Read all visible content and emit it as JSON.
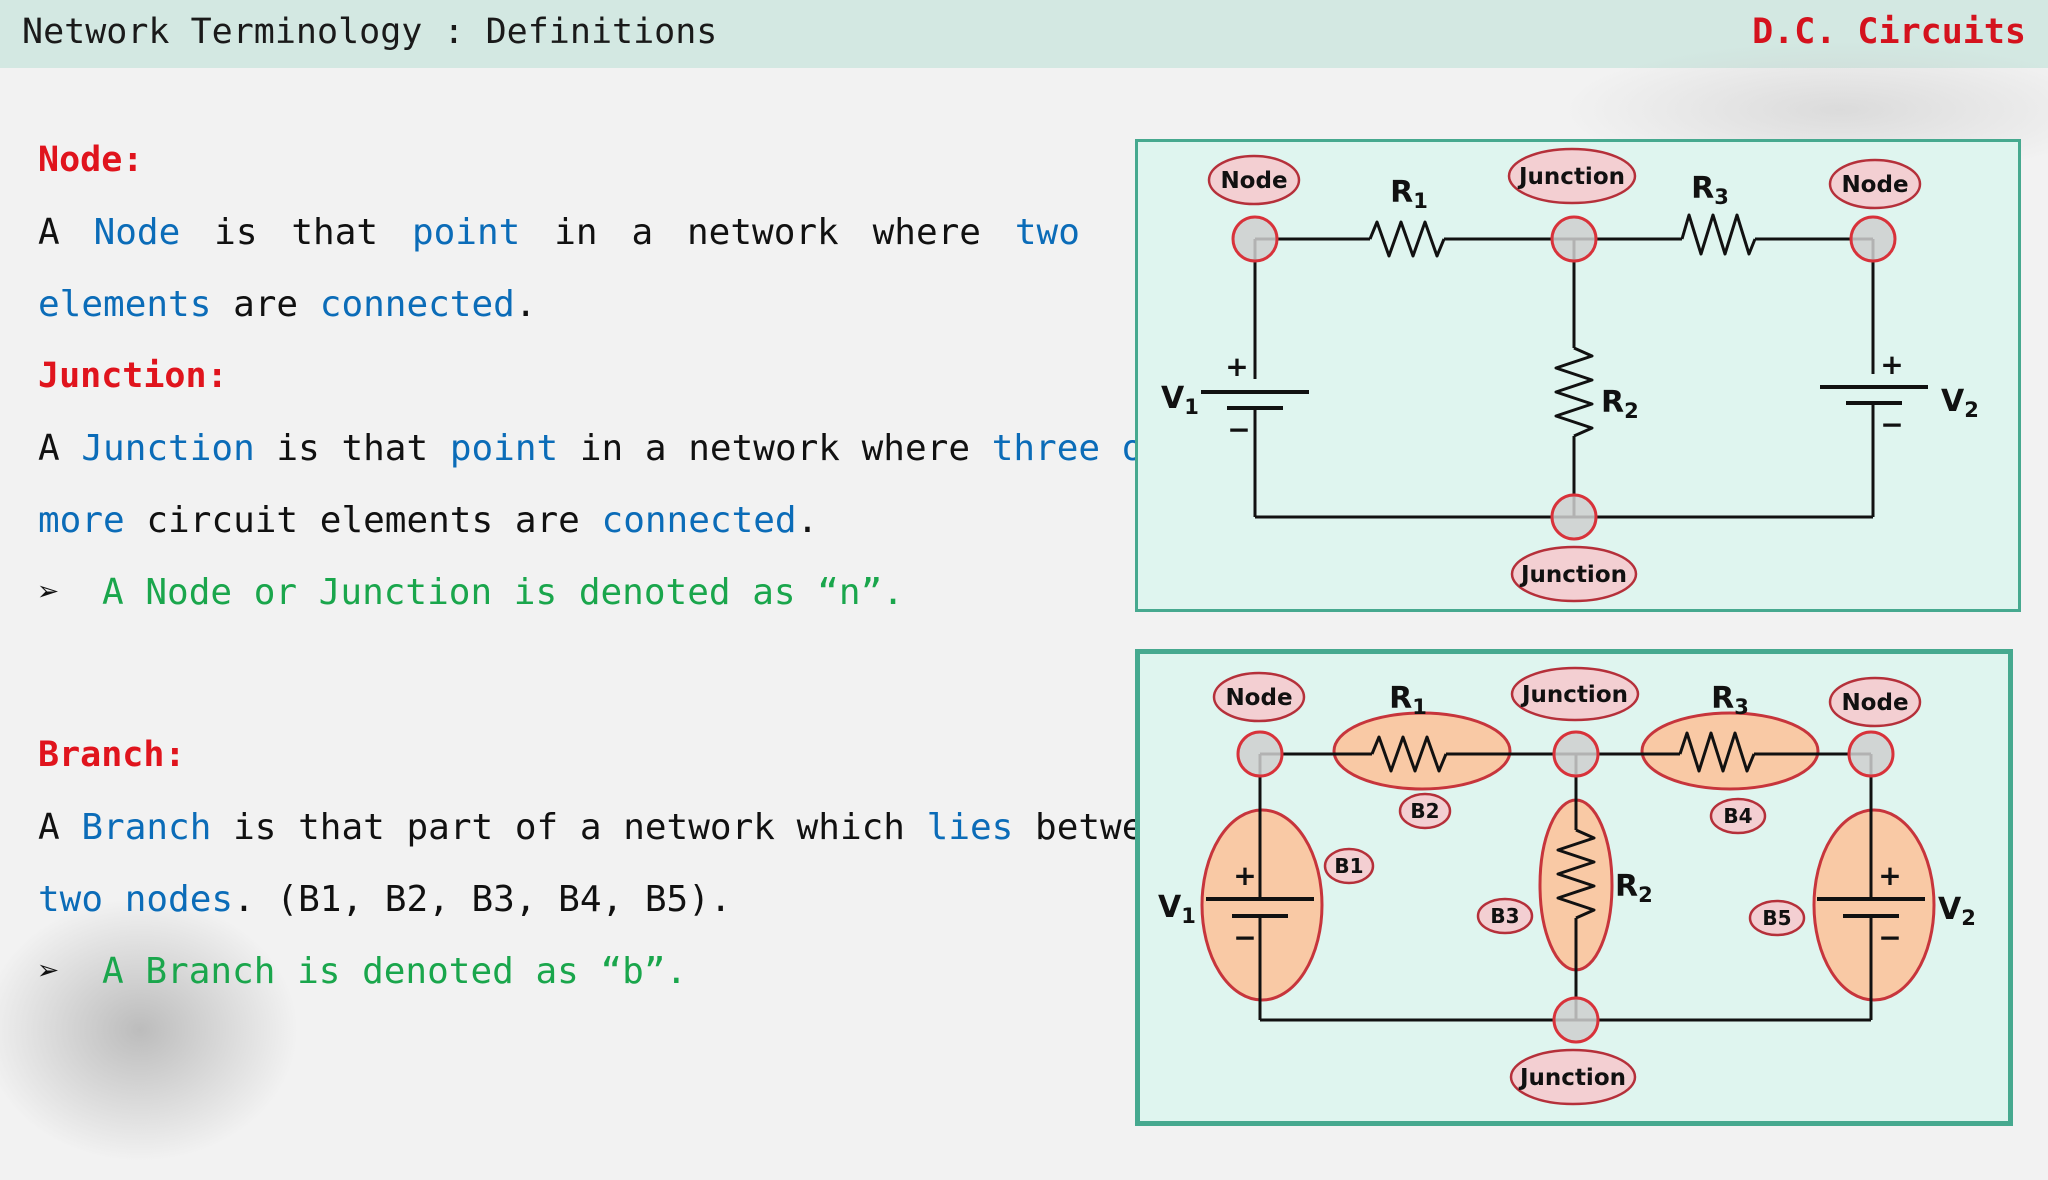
{
  "header": {
    "title": "Network Terminology : Definitions",
    "topic": "D.C. Circuits"
  },
  "node_section": {
    "heading": "Node:",
    "line1": [
      "A",
      "Node",
      "is",
      "that",
      "point",
      "in",
      "a",
      "network",
      "where",
      "two"
    ],
    "line2": [
      "elements",
      " are ",
      "connected",
      "."
    ],
    "note_symbol": "➢",
    "note": "A Node or Junction is denoted as “n”."
  },
  "junction_section": {
    "heading": "Junction:",
    "line1": [
      "A ",
      "Junction",
      " is that ",
      "point",
      " in a network where ",
      "three or"
    ],
    "line2": [
      "more",
      " circuit elements are ",
      "connected",
      "."
    ]
  },
  "branch_section": {
    "heading": "Branch:",
    "line1": [
      "A ",
      "Branch",
      " is that part of a network which ",
      "lies",
      " between"
    ],
    "line2": [
      "two nodes",
      ". (B1, B2, B3, B4, B5)."
    ],
    "note_symbol": "➢",
    "note": "A Branch is denoted as “b”."
  },
  "diagram_top": {
    "node_left": "Node",
    "node_right": "Node",
    "junction_top": "Junction",
    "junction_bottom": "Junction",
    "r1": "R",
    "r1_sub": "1",
    "r2": "R",
    "r2_sub": "2",
    "r3": "R",
    "r3_sub": "3",
    "v1": "V",
    "v1_sub": "1",
    "v2": "V",
    "v2_sub": "2",
    "plus": "+",
    "minus": "−"
  },
  "diagram_bottom": {
    "node_left": "Node",
    "node_right": "Node",
    "junction_top": "Junction",
    "junction_bottom": "Junction",
    "r1": "R",
    "r1_sub": "1",
    "r2": "R",
    "r2_sub": "2",
    "r3": "R",
    "r3_sub": "3",
    "v1": "V",
    "v1_sub": "1",
    "v2": "V",
    "v2_sub": "2",
    "plus": "+",
    "minus": "−",
    "b1": "B1",
    "b2": "B2",
    "b3": "B3",
    "b4": "B4",
    "b5": "B5"
  },
  "colors": {
    "heading": "#e0141d",
    "keyword": "#0b6cb8",
    "note": "#1aa64c",
    "panel_bg": "#dff5ef",
    "panel_border": "#46a98f",
    "label_bubble": "#f3cfd2",
    "branch_highlight": "#f9c9a5"
  }
}
